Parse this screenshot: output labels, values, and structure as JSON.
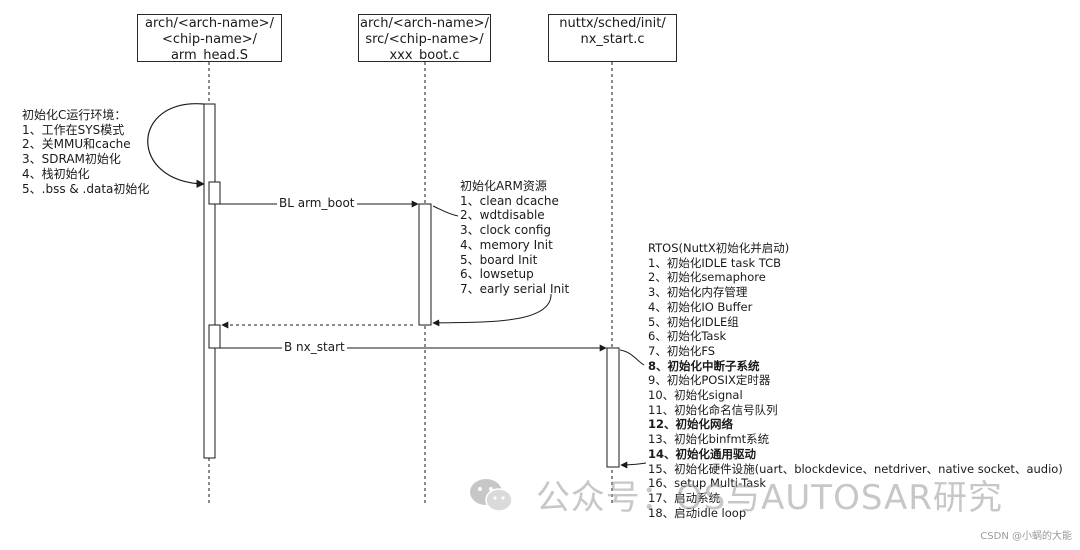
{
  "participants": [
    {
      "lines": [
        "arch/<arch-name>/",
        "<chip-name>/",
        "arm_head.S"
      ]
    },
    {
      "lines": [
        "arch/<arch-name>/",
        "src/<chip-name>/",
        "xxx_boot.c"
      ]
    },
    {
      "lines": [
        "nuttx/sched/init/",
        "nx_start.c"
      ]
    }
  ],
  "notes": {
    "init_c_env": {
      "lines": [
        "初始化C运行环境：",
        "1、工作在SYS模式",
        "2、关MMU和cache",
        "3、SDRAM初始化",
        "4、栈初始化",
        "5、.bss & .data初始化"
      ]
    },
    "init_arm": {
      "lines": [
        "初始化ARM资源",
        "1、clean dcache",
        "2、wdtdisable",
        "3、clock config",
        "4、memory Init",
        "5、board Init",
        "6、lowsetup",
        "7、early serial Init"
      ]
    },
    "rtos": {
      "lines": [
        "RTOS(NuttX初始化并启动)",
        "1、初始化IDLE task TCB",
        "2、初始化semaphore",
        "3、初始化内存管理",
        "4、初始化IO Buffer",
        "5、初始化IDLE组",
        "6、初始化Task",
        "7、初始化FS",
        "8、初始化中断子系统",
        "9、初始化POSIX定时器",
        "10、初始化signal",
        "11、初始化命名信号队列",
        "12、初始化网络",
        "13、初始化binfmt系统",
        "14、初始化通用驱动",
        "15、初始化硬件设施(uart、blockdevice、netdriver、native socket、audio)",
        "16、setup Multi-Task",
        "17、启动系统",
        "18、启动idle loop"
      ],
      "bold_lines": [
        8,
        12,
        14
      ]
    }
  },
  "messages": {
    "bl_arm_boot": "BL  arm_boot",
    "b_nx_start": "B   nx_start"
  },
  "watermark": {
    "text": "公众号：OS与AUTOSAR研究",
    "credit": "CSDN @小蜗的大能"
  },
  "colors": {
    "line": "#1a1a1a",
    "watermark": "#9a9a9a"
  }
}
